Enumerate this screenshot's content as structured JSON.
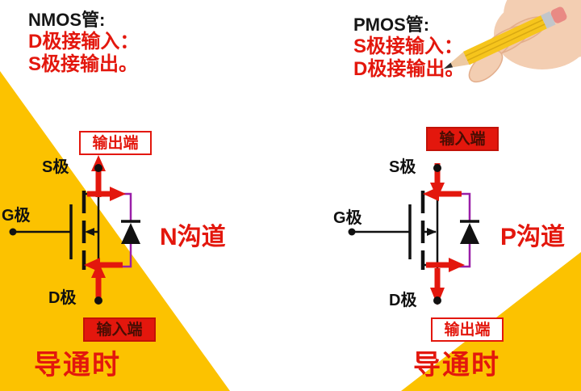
{
  "colors": {
    "accent_red": "#E3170D",
    "brand_yellow": "#FCC200",
    "diode_wire_purple": "#9A1FA8",
    "ink_black": "#111111"
  },
  "nmos": {
    "title": "NMOS管:",
    "rule_line1": "D极接输入：",
    "rule_line2": "S极接输出。",
    "top_box": "输出端",
    "bottom_box": "输入端",
    "s_label": "S极",
    "g_label": "G极",
    "d_label": "D极",
    "channel_label": "N沟道",
    "state_label": "导通时"
  },
  "pmos": {
    "title": "PMOS管:",
    "rule_line1": "S极接输入：",
    "rule_line2": "D极接输出。",
    "top_box": "输入端",
    "bottom_box": "输出端",
    "s_label": "S极",
    "g_label": "G极",
    "d_label": "D极",
    "channel_label": "P沟道",
    "state_label": "导通时"
  },
  "icons": {
    "hand": "hand-icon",
    "pencil": "pencil-icon",
    "body_diode": "diode-icon",
    "current_arrow": "current-arrow-icon"
  }
}
